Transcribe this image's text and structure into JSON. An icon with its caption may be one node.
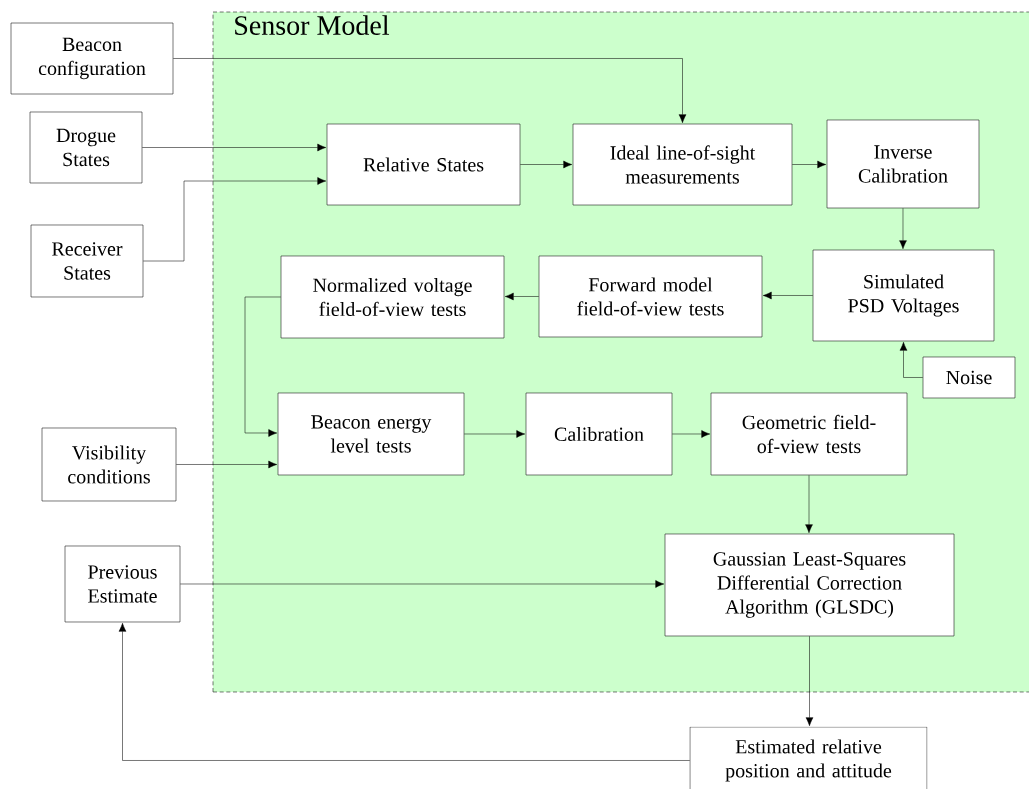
{
  "diagram": {
    "nodes": [
      {
        "text": [
          "Sensor Model"
        ]
      },
      {
        "text": [
          "Beacon configuration"
        ]
      },
      {
        "text": [
          "Drogue States"
        ]
      },
      {
        "text": [
          "Relative States"
        ],
        "in": 0
      },
      {
        "text": [
          "Ideal line-of-sight measurements"
        ],
        "in": 0
      },
      {
        "text": [
          "Inverse Calibration"
        ],
        "in": 0
      },
      {
        "text": [
          "Receiver States"
        ]
      },
      {
        "text": [
          "Normalized voltage field-of-view tests"
        ],
        "in": 0
      },
      {
        "text": [
          "Forward model field-of-view tests"
        ],
        "in": 0
      },
      {
        "text": [
          "Simulated PSD Voltages"
        ],
        "in": 0
      },
      {
        "text": [
          "Noise"
        ],
        "in": 0
      },
      {
        "text": [
          "Beacon energy level tests"
        ],
        "in": 0
      },
      {
        "text": [
          "Calibration"
        ],
        "in": 0
      },
      {
        "text": [
          "Geometric field-of-view tests"
        ],
        "in": 0
      },
      {
        "text": [
          "Visibility conditions"
        ]
      },
      {
        "text": [
          "Previous Estimate"
        ]
      },
      {
        "text": [
          "Gaussian Least-Squares Differential Correction Algorithm (GLSDC)"
        ],
        "in": 0
      },
      {
        "text": [
          "Estimated relative position and attitude"
        ]
      }
    ],
    "edges": [
      {
        "from": 1,
        "to": 4,
        "arrow": "to"
      },
      {
        "from": 2,
        "to": 3,
        "arrow": "to"
      },
      {
        "from": 6,
        "to": 3,
        "arrow": "to"
      },
      {
        "from": 3,
        "to": 4,
        "arrow": "to"
      },
      {
        "from": 4,
        "to": 5,
        "arrow": "to"
      },
      {
        "from": 5,
        "to": 9,
        "arrow": "to"
      },
      {
        "from": 9,
        "to": 8,
        "arrow": "to"
      },
      {
        "from": 8,
        "to": 7,
        "arrow": "to"
      },
      {
        "from": 10,
        "to": 9,
        "arrow": "to"
      },
      {
        "from": 7,
        "to": 11,
        "arrow": "to"
      },
      {
        "from": 14,
        "to": 11,
        "arrow": "to"
      },
      {
        "from": 11,
        "to": 12,
        "arrow": "to"
      },
      {
        "from": 12,
        "to": 13,
        "arrow": "to"
      },
      {
        "from": 13,
        "to": 16,
        "arrow": "to"
      },
      {
        "from": 15,
        "to": 16,
        "arrow": "to"
      },
      {
        "from": 16,
        "to": 17,
        "arrow": "to"
      },
      {
        "from": 17,
        "to": 15,
        "arrow": "to"
      }
    ]
  }
}
